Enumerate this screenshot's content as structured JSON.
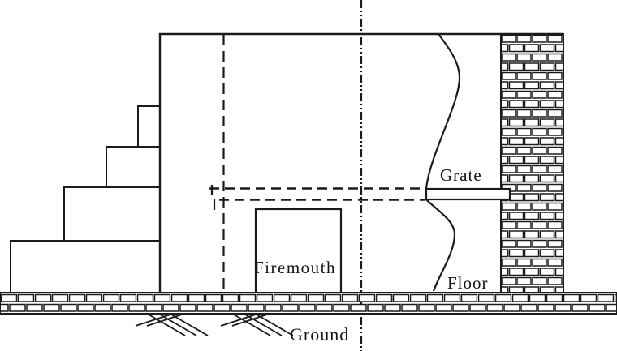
{
  "labels": {
    "grate": "Grate",
    "firemouth": "Firemouth",
    "floor": "Floor",
    "ground": "Ground"
  },
  "colors": {
    "line": "#1b1b1b",
    "bg": "#ffffff",
    "text": "#14141e"
  }
}
